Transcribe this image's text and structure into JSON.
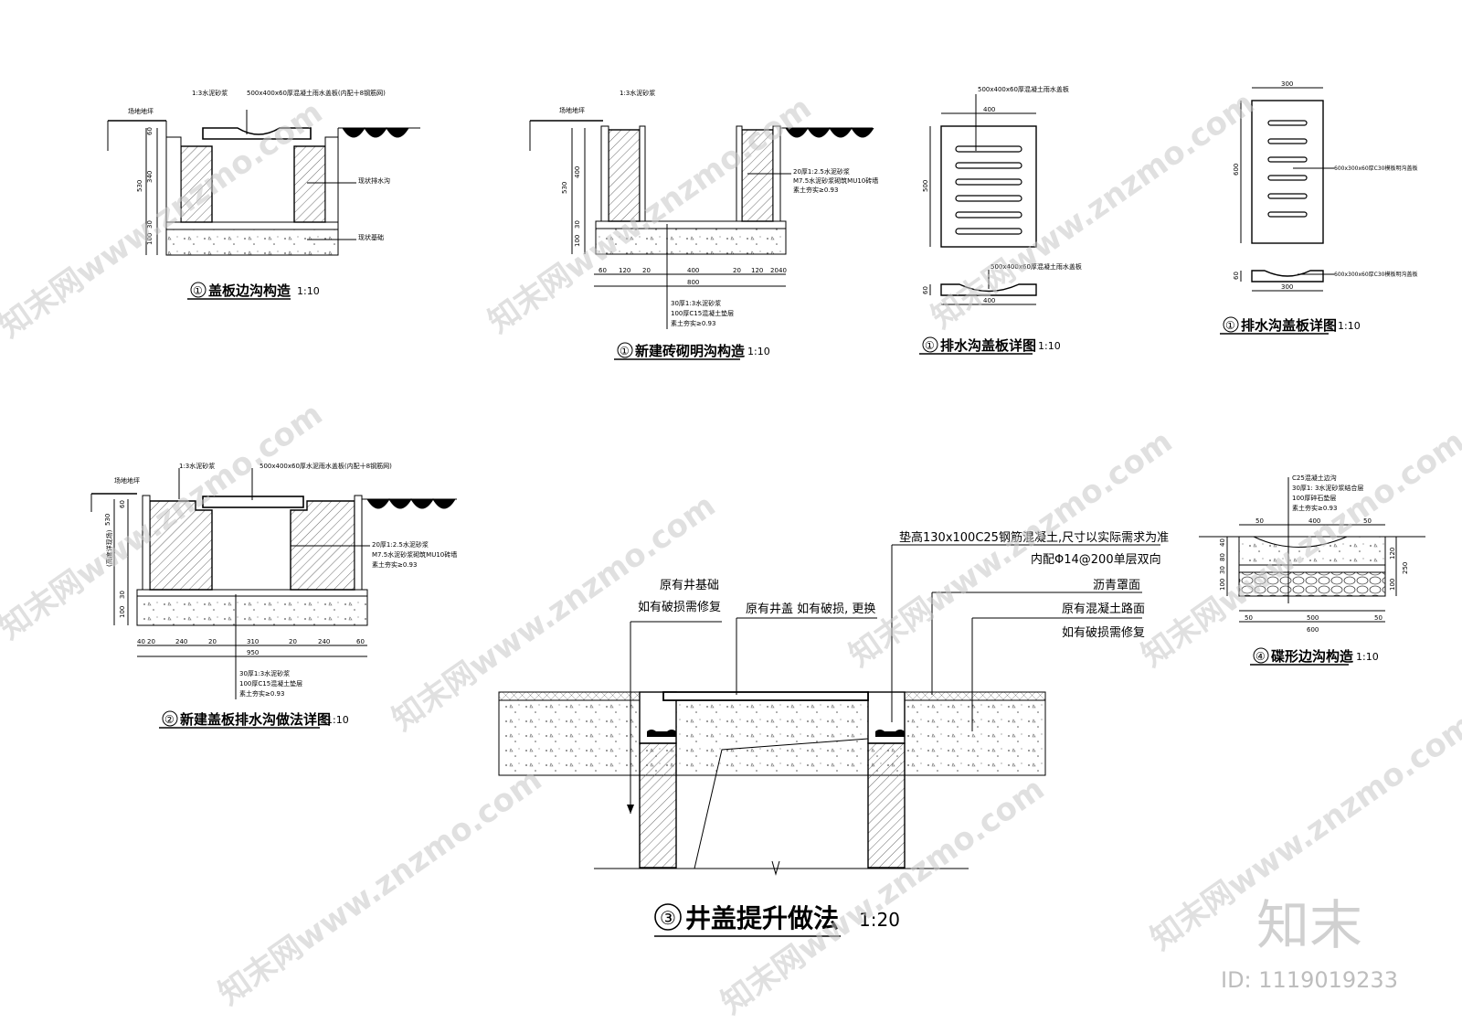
{
  "watermark": {
    "text": "知末网www.znzmo.com",
    "logo": "知末",
    "id": "ID: 1119019233"
  },
  "d1": {
    "title": "盖板边沟构造",
    "num": "①",
    "scale": "1:10",
    "lbl_ground": "场地地坪",
    "lbl_mortar": "1:3水泥砂浆",
    "lbl_cover": "500x400x60厚混凝土雨水盖板(内配十8钢筋网)",
    "lbl_ditch": "现状排水沟",
    "lbl_base": "现状基础",
    "dims": [
      "60",
      "340",
      "530",
      "30",
      "100"
    ]
  },
  "d2": {
    "title": "新建砖砌明沟构造",
    "num": "①",
    "scale": "1:10",
    "lbl_ground": "场地地坪",
    "lbl_mortar": "1:3水泥砂浆",
    "lbl_right1": "20厚1:2.5水泥砂浆",
    "lbl_right2": "M7.5水泥砂浆砌筑MU10砖墙",
    "lbl_right3": "素土夯实≥0.93",
    "lbl_b1": "30厚1:3水泥砂浆",
    "lbl_b2": "100厚C15混凝土垫层",
    "lbl_b3": "素土夯实≥0.93",
    "dims_v": [
      "400",
      "530",
      "30",
      "100"
    ],
    "dims_h": [
      "60",
      "120",
      "20",
      "400",
      "20",
      "120",
      "20",
      "40"
    ],
    "total": "800"
  },
  "d3": {
    "title": "排水沟盖板详图",
    "num": "①",
    "scale": "1:10",
    "lbl_top": "500x400x60厚混凝土雨水盖板",
    "lbl_side": "500x400x60厚混凝土雨水盖板",
    "w": "400",
    "h": "500",
    "t": "60",
    "w2": "400"
  },
  "d4": {
    "title": "排水沟盖板详图",
    "num": "①",
    "scale": "1:10",
    "lbl_top": "600x300x60厚C30模板明沟盖板",
    "lbl_side": "600x300x60厚C30模板明沟盖板",
    "w": "300",
    "h": "600",
    "t": "60",
    "w2": "300"
  },
  "d5": {
    "title": "新建盖板排水沟做法详图",
    "num": "②",
    "scale": "1:10",
    "lbl_ground": "场地地坪",
    "lbl_mortar": "1:3水泥砂浆",
    "lbl_cover": "500x400x60厚水泥雨水盖板(内配十8钢筋网)",
    "lbl_r1": "20厚1:2.5水泥砂浆",
    "lbl_r2": "M7.5水泥砂浆砌筑MU10砖墙",
    "lbl_r3": "素土夯实≥0.93",
    "lbl_b1": "30厚1:3水泥砂浆",
    "lbl_b2": "100厚C15混凝土垫层",
    "lbl_b3": "素土夯实≥0.93",
    "lbl_v": "(高度详现场)",
    "dims_v": [
      "60",
      "530",
      "30",
      "100"
    ],
    "dims_h": [
      "40",
      "20",
      "240",
      "20",
      "310",
      "20",
      "240",
      "60"
    ],
    "total": "950"
  },
  "d6": {
    "title": "井盖提升做法",
    "num": "③",
    "scale": "1:20",
    "lbl_a1": "原有井基础",
    "lbl_a2": "如有破损需修复",
    "lbl_b": "原有井盖 如有破损, 更换",
    "lbl_c1": "垫高130x100C25钢筋混凝土,尺寸以实际需求为准",
    "lbl_c2": "内配Φ14@200单层双向",
    "lbl_c3": "沥青罩面",
    "lbl_c4": "原有混凝土路面",
    "lbl_c5": "如有破损需修复"
  },
  "d7": {
    "title": "碟形边沟构造",
    "num": "④",
    "scale": "1:10",
    "lbl1": "C25混凝土边沟",
    "lbl2": "30厚1: 3水泥砂浆结合层",
    "lbl3": "100厚碎石垫层",
    "lbl4": "素土夯实≥0.93",
    "dims_top": [
      "50",
      "400",
      "50"
    ],
    "dims_bot": [
      "50",
      "500",
      "50"
    ],
    "total": "600",
    "dims_v": [
      "40",
      "80",
      "30",
      "100"
    ],
    "dims_r": [
      "120",
      "250",
      "100"
    ]
  }
}
